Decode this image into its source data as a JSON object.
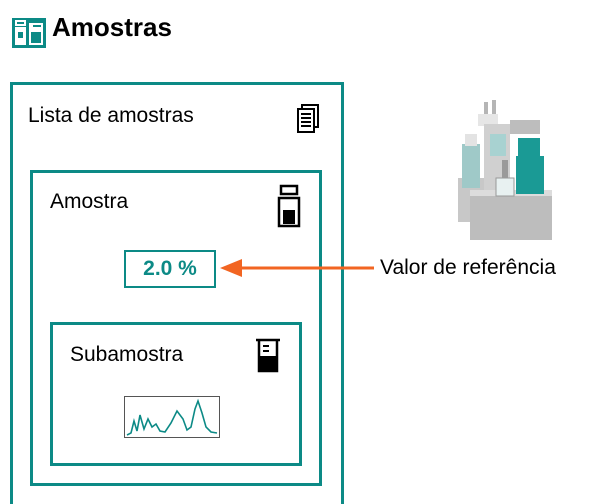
{
  "header": {
    "title": "Amostras",
    "icon": "sample-bottles-icon"
  },
  "sample_list": {
    "label": "Lista de amostras",
    "icon": "document-stack-icon"
  },
  "sample": {
    "label": "Amostra",
    "icon": "bottle-icon"
  },
  "reference": {
    "value": "2.0 %",
    "caption": "Valor de referência",
    "arrow": "arrow-left-icon"
  },
  "subsample": {
    "label": "Subamostra",
    "icon": "beaker-icon",
    "graph": "spectrum-curve"
  },
  "instrument": {
    "icon": "titrator-instrument-icon"
  },
  "colors": {
    "accent": "#0c8a86",
    "arrow": "#f26522",
    "title": "#000000"
  }
}
